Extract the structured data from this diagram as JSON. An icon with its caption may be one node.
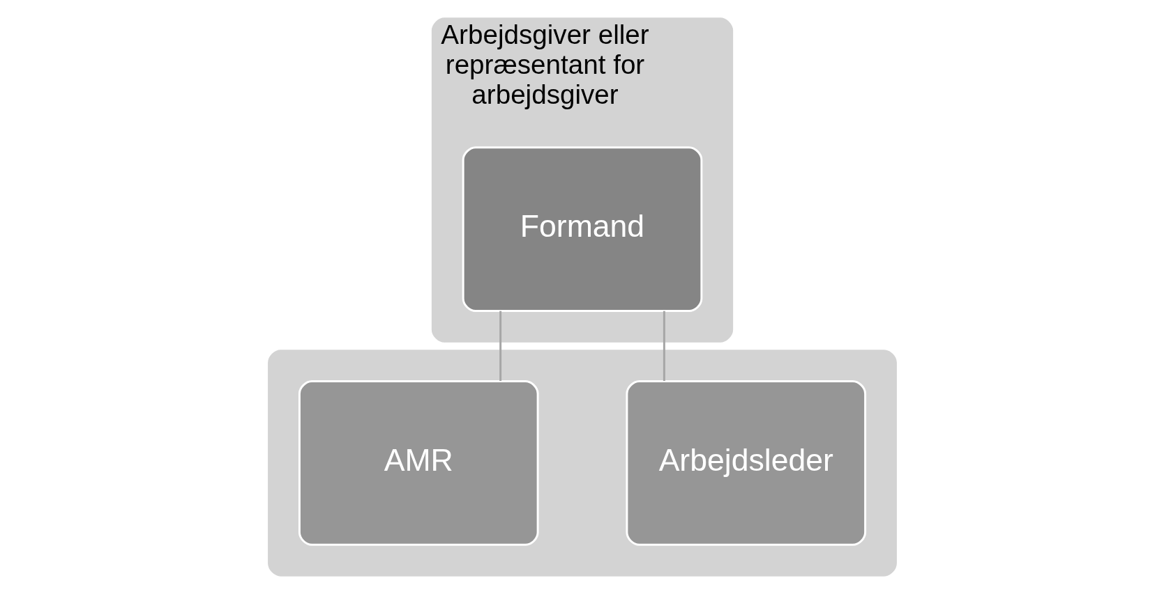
{
  "diagram": {
    "nodes": [
      {
        "text": [
          "Arbejdsgiver eller repræsentant for arbejdsgiver"
        ]
      },
      {
        "text": [
          "Formand"
        ],
        "in": 0
      },
      {
        "text": [],
        "shape": "box"
      },
      {
        "text": [
          "Arbejdsleder"
        ],
        "in": 2
      },
      {
        "text": [
          "AMR"
        ],
        "in": 2
      }
    ],
    "edges": [
      {
        "from": 1,
        "to": 3,
        "arrow": "none"
      },
      {
        "from": 1,
        "to": 4,
        "arrow": "none"
      }
    ]
  }
}
